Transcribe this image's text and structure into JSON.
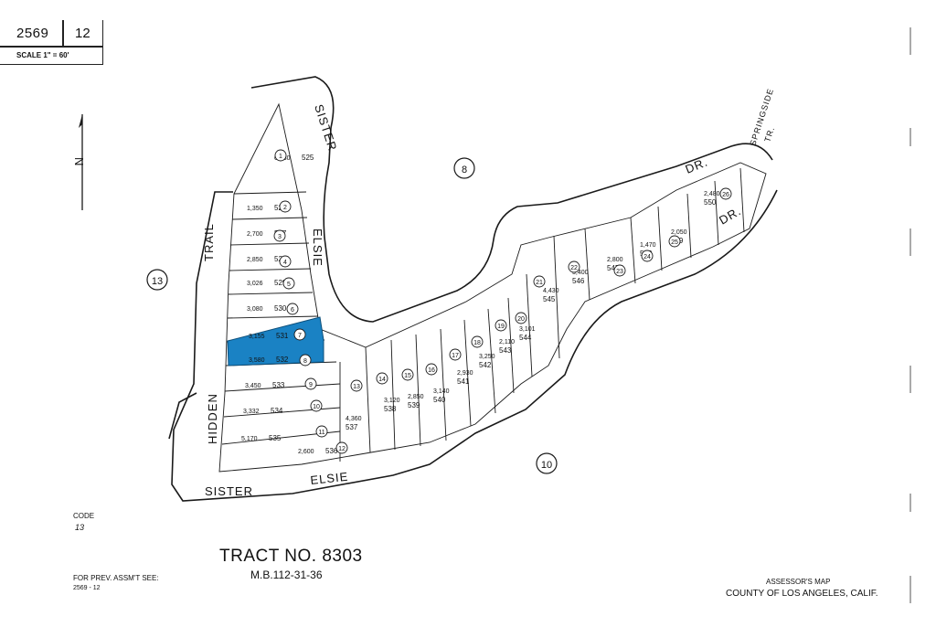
{
  "header": {
    "map_book": "2569",
    "page": "12",
    "scale": "SCALE 1\" = 60'"
  },
  "code": {
    "label": "CODE",
    "value": "13"
  },
  "tract": {
    "title": "TRACT NO. 8303",
    "reference": "M.B.112-31-36"
  },
  "prev_assessment": {
    "label": "FOR PREV. ASSM'T SEE:",
    "value": "2569 - 12"
  },
  "footer": {
    "assessor_label": "ASSESSOR'S MAP",
    "county_label": "COUNTY OF LOS ANGELES, CALIF."
  },
  "north_arrow": "N",
  "blocks": [
    "8",
    "13",
    "10"
  ],
  "streets": [
    {
      "label": "SISTER"
    },
    {
      "label": "ELSIE"
    },
    {
      "label": "TRAIL"
    },
    {
      "label": "HIDDEN"
    },
    {
      "label": "SISTER"
    },
    {
      "label": "ELSIE"
    },
    {
      "label": "DR."
    },
    {
      "label": "DR."
    },
    {
      "label": "SPRINGSIDE"
    },
    {
      "label": "TR."
    }
  ],
  "west_lots": [
    {
      "num": "1",
      "parcel": "525",
      "area": "6,480"
    },
    {
      "num": "2",
      "parcel": "526",
      "area": "1,350"
    },
    {
      "num": "3",
      "parcel": "527",
      "area": "2,700"
    },
    {
      "num": "4",
      "parcel": "528",
      "area": "2,850"
    },
    {
      "num": "5",
      "parcel": "529",
      "area": "3,026"
    },
    {
      "num": "6",
      "parcel": "530",
      "area": "3,080"
    },
    {
      "num": "7",
      "parcel": "531",
      "area": "3,155",
      "highlight": true
    },
    {
      "num": "8",
      "parcel": "532",
      "area": "3,580"
    },
    {
      "num": "9",
      "parcel": "533",
      "area": "3,450"
    },
    {
      "num": "10",
      "parcel": "534",
      "area": "3,332"
    },
    {
      "num": "11",
      "parcel": "535",
      "area": "5,170"
    },
    {
      "num": "12",
      "parcel": "536",
      "area": "2,600"
    }
  ],
  "east_lots": [
    {
      "num": "13",
      "parcel": "537",
      "area": "4,360"
    },
    {
      "num": "14",
      "parcel": "538",
      "area": "3,120"
    },
    {
      "num": "15",
      "parcel": "539",
      "area": "2,850"
    },
    {
      "num": "16",
      "parcel": "540",
      "area": "3,140"
    },
    {
      "num": "17",
      "parcel": "541",
      "area": "2,930"
    },
    {
      "num": "18",
      "parcel": "542",
      "area": "3,250"
    },
    {
      "num": "19",
      "parcel": "543",
      "area": "2,110"
    },
    {
      "num": "20",
      "parcel": "544",
      "area": "3,101"
    },
    {
      "num": "21",
      "parcel": "545",
      "area": "4,430"
    },
    {
      "num": "22",
      "parcel": "546",
      "area": "3,400"
    },
    {
      "num": "23",
      "parcel": "547",
      "area": "2,800"
    },
    {
      "num": "24",
      "parcel": "548",
      "area": "1,470"
    },
    {
      "num": "25",
      "parcel": "549",
      "area": "2,050"
    },
    {
      "num": "26",
      "parcel": "550",
      "area": "2,480"
    }
  ],
  "colors": {
    "highlight": "#1a82c4",
    "line": "#1a1a1a",
    "paper": "#ffffff"
  }
}
